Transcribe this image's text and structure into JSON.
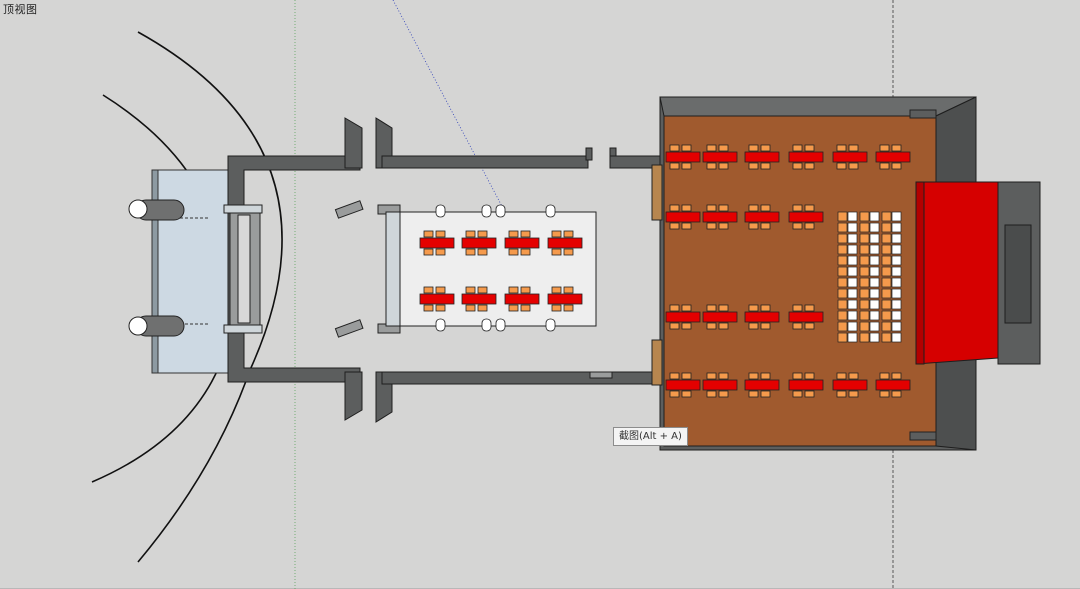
{
  "view": {
    "label": "顶视图"
  },
  "tooltip": {
    "text": "截图(Alt + A)"
  },
  "colors": {
    "background": "#d5d5d4",
    "wall_dark": "#5c5e5e",
    "wall_outline": "#1e1e1e",
    "wood_floor": "#a05a2e",
    "stage_red": "#d60000",
    "table_red": "#e40000",
    "chair_orange": "#f59a4c",
    "glass_blue": "#cdd9e3",
    "walkway": "#eeeeee"
  },
  "scene": {
    "hall_table_rows": 4,
    "hall_table_cols": 6,
    "corridor_table_rows": 2,
    "corridor_table_cols": 4,
    "white_chair_blocks": 3,
    "white_chair_rows": 12
  }
}
